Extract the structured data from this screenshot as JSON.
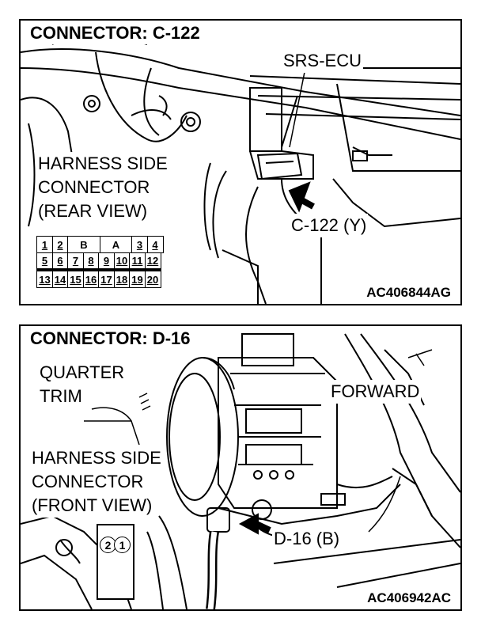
{
  "panel1": {
    "title": "CONNECTOR: C-122",
    "ecu_label": "SRS-ECU",
    "harness_line1": "HARNESS SIDE",
    "harness_line2": "CONNECTOR",
    "harness_line3": "(REAR VIEW)",
    "connector_label": "C-122 (Y)",
    "code": "AC406844AG",
    "pins": {
      "row1": [
        "1",
        "2",
        "B",
        "A",
        "3",
        "4"
      ],
      "row2": [
        "5",
        "6",
        "7",
        "8",
        "9",
        "10",
        "11",
        "12"
      ],
      "row3": [
        "13",
        "14",
        "15",
        "16",
        "17",
        "18",
        "19",
        "20"
      ]
    }
  },
  "panel2": {
    "title": "CONNECTOR: D-16",
    "quarter_line1": "QUARTER",
    "quarter_line2": "TRIM",
    "forward": "FORWARD",
    "harness_line1": "HARNESS SIDE",
    "harness_line2": "CONNECTOR",
    "harness_line3": "(FRONT VIEW)",
    "connector_label": "D-16 (B)",
    "code": "AC406942AC",
    "pins": [
      "2",
      "1"
    ]
  }
}
